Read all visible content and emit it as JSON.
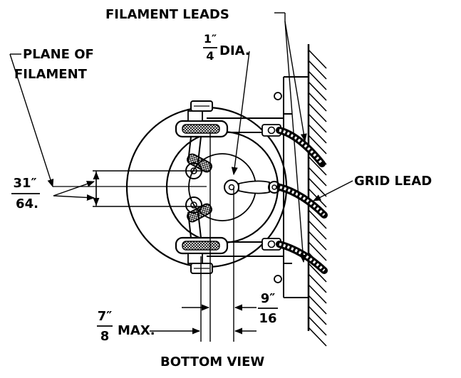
{
  "labels": {
    "filament_leads": "FILAMENT LEADS",
    "plane_of": "PLANE OF",
    "filament": "FILAMENT",
    "grid_lead": "GRID LEAD",
    "bottom_view": "BOTTOM VIEW",
    "max": "MAX.",
    "dia": "DIA."
  },
  "fractions": {
    "quarter": {
      "num": "1″",
      "den": "4"
    },
    "thirtyone_64": {
      "num": "31″",
      "den": "64."
    },
    "seven_8": {
      "num": "7″",
      "den": "8"
    },
    "nine_16": {
      "num": "9″",
      "den": "16"
    }
  },
  "colors": {
    "ink": "#000000",
    "paper": "#ffffff"
  }
}
